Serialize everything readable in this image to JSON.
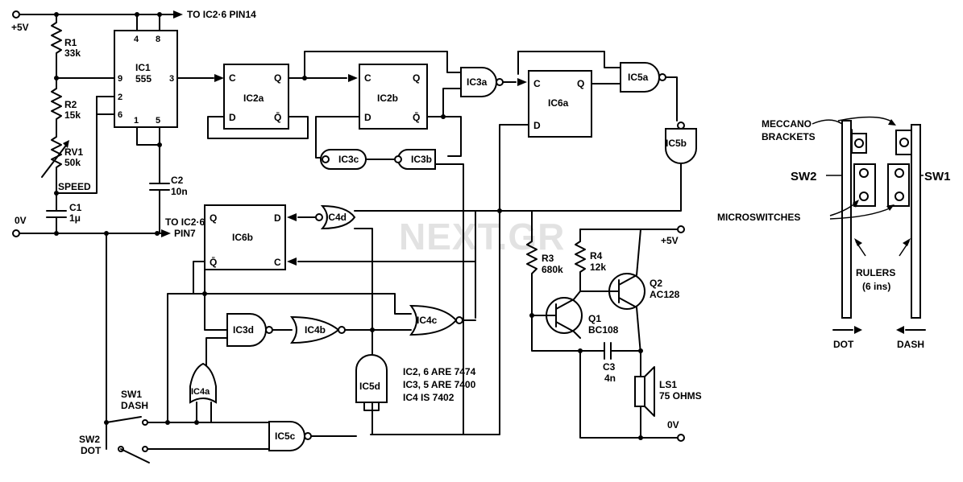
{
  "watermark": "NEXT.GR",
  "power": {
    "vplus": "+5V",
    "zero": "0V",
    "vplus_right": "+5V",
    "zero_right": "0V"
  },
  "notes": {
    "to_ic26_pin14": "TO IC2·6 PIN14",
    "to_ic26_pin7_a": "TO IC2·6",
    "to_ic26_pin7_b": "PIN7",
    "speed": "SPEED",
    "ic_types": [
      "IC2, 6 ARE 7474",
      "IC3, 5 ARE 7400",
      "IC4 IS 7402"
    ]
  },
  "components": {
    "r1": {
      "name": "R1",
      "value": "33k"
    },
    "r2": {
      "name": "R2",
      "value": "15k"
    },
    "rv1": {
      "name": "RV1",
      "value": "50k"
    },
    "c1": {
      "name": "C1",
      "value": "1μ"
    },
    "c2": {
      "name": "C2",
      "value": "10n"
    },
    "r3": {
      "name": "R3",
      "value": "680k"
    },
    "r4": {
      "name": "R4",
      "value": "12k"
    },
    "q1": {
      "name": "Q1",
      "value": "BC108"
    },
    "q2": {
      "name": "Q2",
      "value": "AC128"
    },
    "c3": {
      "name": "C3",
      "value": "4n"
    },
    "ls1": {
      "name": "LS1",
      "value": "75 OHMS"
    },
    "sw1": {
      "name": "SW1",
      "role": "DASH"
    },
    "sw2": {
      "name": "SW2",
      "role": "DOT"
    }
  },
  "ic1": {
    "name": "IC1",
    "type": "555",
    "pins": {
      "p4": "4",
      "p8": "8",
      "p9": "9",
      "p3": "3",
      "p2": "2",
      "p6": "6",
      "p1": "1",
      "p5": "5"
    }
  },
  "flipflops": {
    "ic2a": {
      "name": "IC2a",
      "c": "C",
      "d": "D",
      "q": "Q",
      "qb": "Q̄"
    },
    "ic2b": {
      "name": "IC2b",
      "c": "C",
      "d": "D",
      "q": "Q",
      "qb": "Q̄"
    },
    "ic6a": {
      "name": "IC6a",
      "c": "C",
      "d": "D",
      "q": "Q"
    },
    "ic6b": {
      "name": "IC6b",
      "q": "Q",
      "d": "D",
      "qb": "Q̄",
      "c": "C"
    }
  },
  "gates": {
    "ic3a": "IC3a",
    "ic3b": "IC3b",
    "ic3c": "IC3c",
    "ic3d": "IC3d",
    "ic4a": "IC4a",
    "ic4b": "IC4b",
    "ic4c": "IC4c",
    "ic4d": "IC4d",
    "ic5a": "IC5a",
    "ic5b": "IC5b",
    "ic5c": "IC5c",
    "ic5d": "IC5d"
  },
  "mechanical": {
    "meccano": "MECCANO",
    "brackets": "BRACKETS",
    "sw2": "SW2",
    "sw1": "SW1",
    "microswitches": "MICROSWITCHES",
    "rulers": "RULERS",
    "rulers_size": "(6 ins)",
    "dot": "DOT",
    "dash": "DASH"
  }
}
